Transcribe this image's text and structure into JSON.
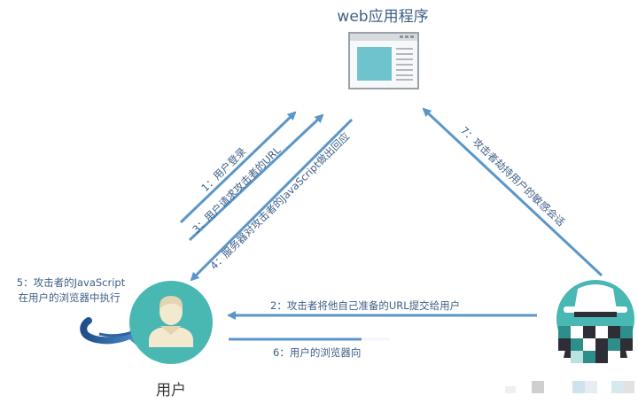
{
  "title": "web应用程序",
  "user_label": "用户",
  "steps": {
    "s1": "1：用户登录",
    "s2": "2：攻击者将他自己准备的URL提交给用户",
    "s3": "3：用户请求攻击者的URL",
    "s4": "4：服务器对攻击者的JavaScript做出回应",
    "s5_line1": "5：攻击者的JavaScript",
    "s5_line2": "在用户的浏览器中执行",
    "s6": "6：用户的浏览器向",
    "s7": "7：攻击者劫持用户的敏感会话"
  },
  "colors": {
    "arrow": "#5b96c8",
    "label": "#3f5f86",
    "teal": "#49b7b2",
    "dark": "#2e2e36"
  },
  "icons": {
    "web_app": "browser-window-icon",
    "user": "user-avatar-icon",
    "attacker": "attacker-spy-icon",
    "loop": "loop-arrow-icon"
  }
}
